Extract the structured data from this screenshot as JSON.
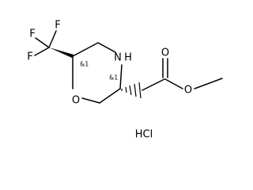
{
  "atoms": {
    "f_top": "F",
    "f_left_top": "F",
    "f_left_bottom": "F",
    "n": "N",
    "h": "H",
    "o_ring": "O",
    "o_carbonyl": "O",
    "o_ester": "O"
  },
  "stereo": {
    "c6": "&1",
    "c3": "&1"
  },
  "salt": "HCl"
}
